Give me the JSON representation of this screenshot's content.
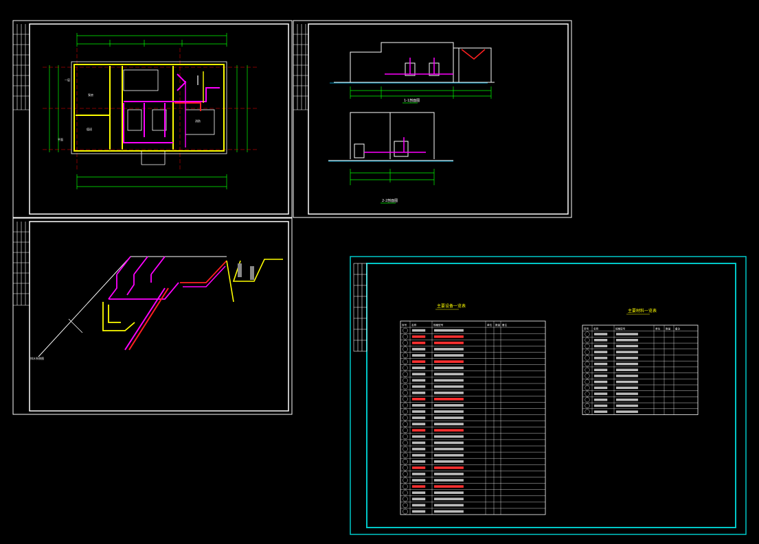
{
  "sheets": {
    "plan": {
      "title": ""
    },
    "sections": {
      "title_a": "1-1剖面图",
      "title_b": "2-2剖面图"
    },
    "isometric": {
      "note": "排水系统图"
    },
    "schedules": {
      "equipment_title": "主要设备一览表",
      "materials_title": "主要材料一览表",
      "equipment_header": [
        "序号",
        "名称",
        "规格型号",
        "单位",
        "数量",
        "备注"
      ],
      "materials_header": [
        "序号",
        "名称",
        "规格型号",
        "单位",
        "数量",
        "备注"
      ],
      "equipment_rows": 30,
      "materials_rows": 14
    }
  },
  "colors": {
    "background": "#000000",
    "sheet_border": "#ffffff",
    "schedule_border": "#00c8c8",
    "wall": "#ffff00",
    "pipe_magenta": "#ff00ff",
    "pipe_red": "#ff2020",
    "dimension": "#00ff00",
    "grid_axis": "#ff0000",
    "text": "#ffffff"
  }
}
